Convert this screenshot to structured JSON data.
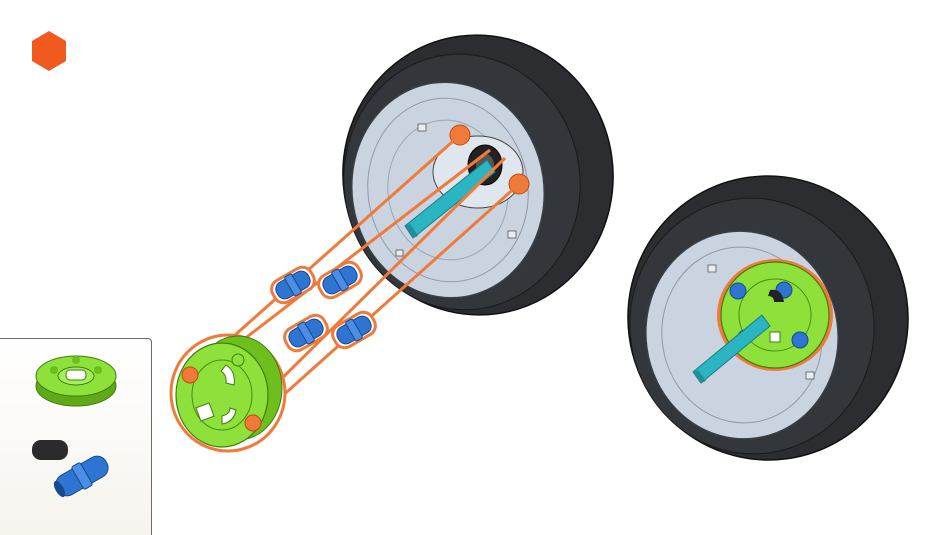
{
  "step": {
    "marker_icon": "orange-hexagon-step-icon",
    "marker_color": "#f05a1e"
  },
  "parts_list": {
    "items": [
      {
        "icon": "green-round-hub-piece-icon",
        "quantity": ""
      },
      {
        "icon": "blue-connector-pin-icon",
        "quantity": ""
      }
    ]
  },
  "colors": {
    "tire": "#2b2d30",
    "rim": "#c9d4e0",
    "hub": "#7ed321",
    "axle": "#2bb5c2",
    "pin": "#2f74d0",
    "guide_line": "#f07a3a",
    "highlight": "#f05a1e"
  },
  "assembly": {
    "left_wheel": "wheel-with-axle",
    "right_wheel": "completed-wheel",
    "pin_count_shown": 4
  }
}
